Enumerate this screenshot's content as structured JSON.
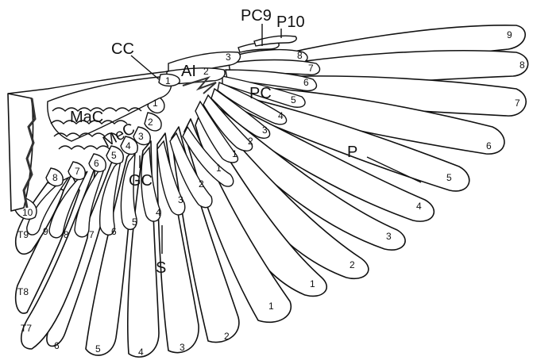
{
  "diagram": {
    "regions": {
      "CC": "CC",
      "PC9": "PC9",
      "P10": "P10",
      "AI": "AI",
      "MaC": "MaC",
      "MeC": "MeC",
      "PC": "PC",
      "P": "P",
      "GC": "GC",
      "S": "S"
    },
    "primaries": [
      "9",
      "8",
      "7",
      "6",
      "5",
      "4",
      "3",
      "2",
      "1"
    ],
    "primary_coverts": [
      "8",
      "7",
      "6",
      "5",
      "4",
      "3",
      "2",
      "1"
    ],
    "alula": [
      "1",
      "2",
      "3"
    ],
    "median_coverts": [
      "1",
      "2",
      "3",
      "4",
      "5",
      "6",
      "7",
      "8",
      "10"
    ],
    "secondaries": [
      "1",
      "2",
      "3",
      "4",
      "5",
      "6"
    ],
    "greater_coverts": [
      "1",
      "2",
      "3",
      "4",
      "5",
      "6",
      "7",
      "8",
      "9"
    ],
    "tertials": [
      "T9",
      "T8",
      "T7"
    ]
  }
}
